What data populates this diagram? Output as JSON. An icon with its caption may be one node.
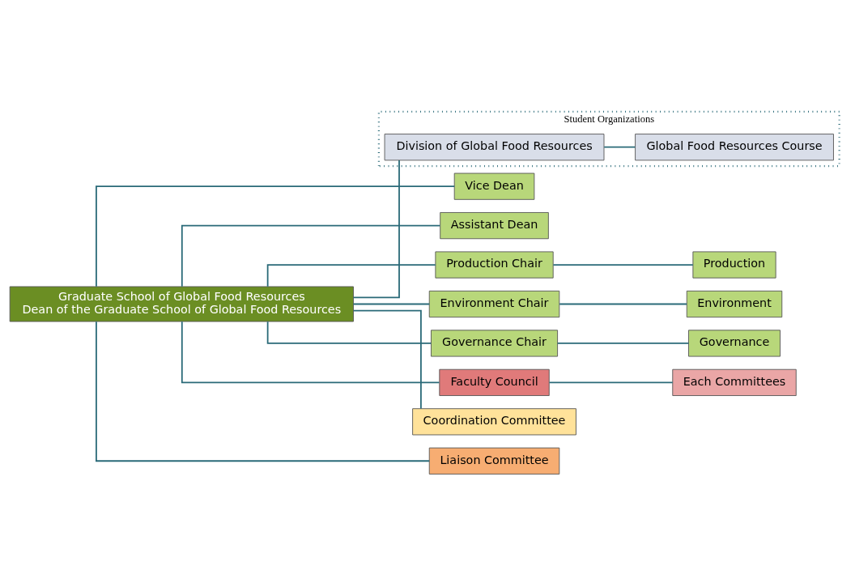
{
  "diagram": {
    "nodes": [
      {
        "text": [
          "Graduate School of Global Food Resources",
          "Dean of the Graduate School of Global Food Resources"
        ]
      },
      {
        "text": [
          "Student Organizations"
        ]
      },
      {
        "text": [
          "Division of Global Food Resources"
        ],
        "in": 1
      },
      {
        "text": [
          "Global Food Resources Course"
        ],
        "in": 1
      },
      {
        "text": [
          "Vice Dean"
        ]
      },
      {
        "text": [
          "Assistant Dean"
        ]
      },
      {
        "text": [
          "Production Chair"
        ]
      },
      {
        "text": [
          "Production"
        ]
      },
      {
        "text": [
          "Environment Chair"
        ]
      },
      {
        "text": [
          "Environment"
        ]
      },
      {
        "text": [
          "Governance Chair"
        ]
      },
      {
        "text": [
          "Governance"
        ]
      },
      {
        "text": [
          "Faculty Council"
        ]
      },
      {
        "text": [
          "Each Committees"
        ]
      },
      {
        "text": [
          "Coordination Committee"
        ]
      },
      {
        "text": [
          "Liaison Committee"
        ]
      }
    ],
    "edges": [
      {
        "from": 0,
        "to": 2,
        "arrow": "none"
      },
      {
        "from": 2,
        "to": 3,
        "arrow": "none"
      },
      {
        "from": 0,
        "to": 4,
        "arrow": "none"
      },
      {
        "from": 0,
        "to": 5,
        "arrow": "none"
      },
      {
        "from": 0,
        "to": 6,
        "arrow": "none"
      },
      {
        "from": 6,
        "to": 7,
        "arrow": "none"
      },
      {
        "from": 0,
        "to": 8,
        "arrow": "none"
      },
      {
        "from": 8,
        "to": 9,
        "arrow": "none"
      },
      {
        "from": 0,
        "to": 10,
        "arrow": "none"
      },
      {
        "from": 10,
        "to": 11,
        "arrow": "none"
      },
      {
        "from": 0,
        "to": 12,
        "arrow": "none"
      },
      {
        "from": 12,
        "to": 13,
        "arrow": "none"
      },
      {
        "from": 0,
        "to": 14,
        "arrow": "none"
      },
      {
        "from": 0,
        "to": 15,
        "arrow": "none"
      }
    ]
  }
}
